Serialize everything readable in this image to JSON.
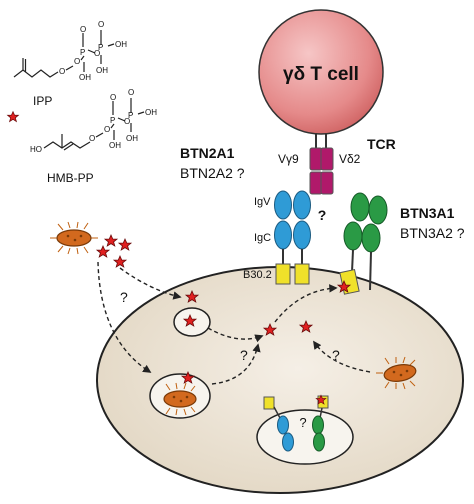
{
  "molecules": {
    "ipp_label": "IPP",
    "hmbpp_label": "HMB-PP",
    "atom_o": "O",
    "atom_p": "P",
    "atom_oh": "OH",
    "atom_ho": "HO"
  },
  "tcell": {
    "label": "γδ T cell",
    "tcr_label": "TCR",
    "vg9_label": "Vγ9",
    "vd2_label": "Vδ2",
    "question": "?"
  },
  "btn2": {
    "title": "BTN2A1",
    "subtitle": "BTN2A2 ?",
    "igv_label": "IgV",
    "igc_label": "IgC",
    "b302_label": "B30.2"
  },
  "btn3": {
    "title": "BTN3A1",
    "subtitle": "BTN3A2 ?"
  },
  "questions": {
    "q_path_left": "?",
    "q_vesicle": "?",
    "q_bacteria_right": "?",
    "q_inner_vesicle": "?"
  },
  "colors": {
    "tcell_fill": "#e07a7a",
    "tcr": "#b0196a",
    "igv_blue": "#2f9bd6",
    "btn3_green": "#2a9a45",
    "b302_yellow": "#f0e12a",
    "cell_fill": "#e9e1d2",
    "bacteria": "#d2691e",
    "phosphoantigen": "#e02020"
  }
}
